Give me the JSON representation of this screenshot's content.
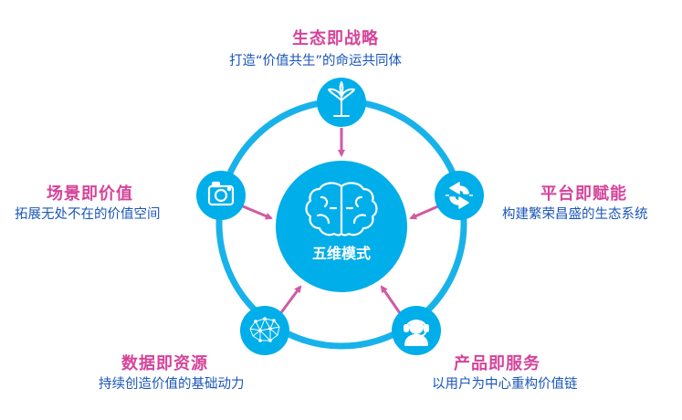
{
  "center": {
    "label": "五维模式",
    "icon": "brain-icon"
  },
  "nodes": [
    {
      "id": "strategy",
      "title": "生态即战略",
      "subtitle": "打造“价值共生”的命运共同体",
      "icon": "sprout-icon"
    },
    {
      "id": "platform",
      "title": "平台即赋能",
      "subtitle": "构建繁荣昌盛的生态系统",
      "icon": "cycle-arrows-icon"
    },
    {
      "id": "product",
      "title": "产品即服务",
      "subtitle": "以用户为中心重构价值链",
      "icon": "headset-agent-icon"
    },
    {
      "id": "data",
      "title": "数据即资源",
      "subtitle": "持续创造价值的基础动力",
      "icon": "network-mesh-icon"
    },
    {
      "id": "scene",
      "title": "场景即价值",
      "subtitle": "拓展无处不在的价值空间",
      "icon": "camera-icon"
    }
  ],
  "colors": {
    "cyan": "#00aee9",
    "ring": "#18b2ea",
    "arrow": "#d05aa3",
    "title": "#d5449a",
    "subtitle": "#1a56b8"
  }
}
